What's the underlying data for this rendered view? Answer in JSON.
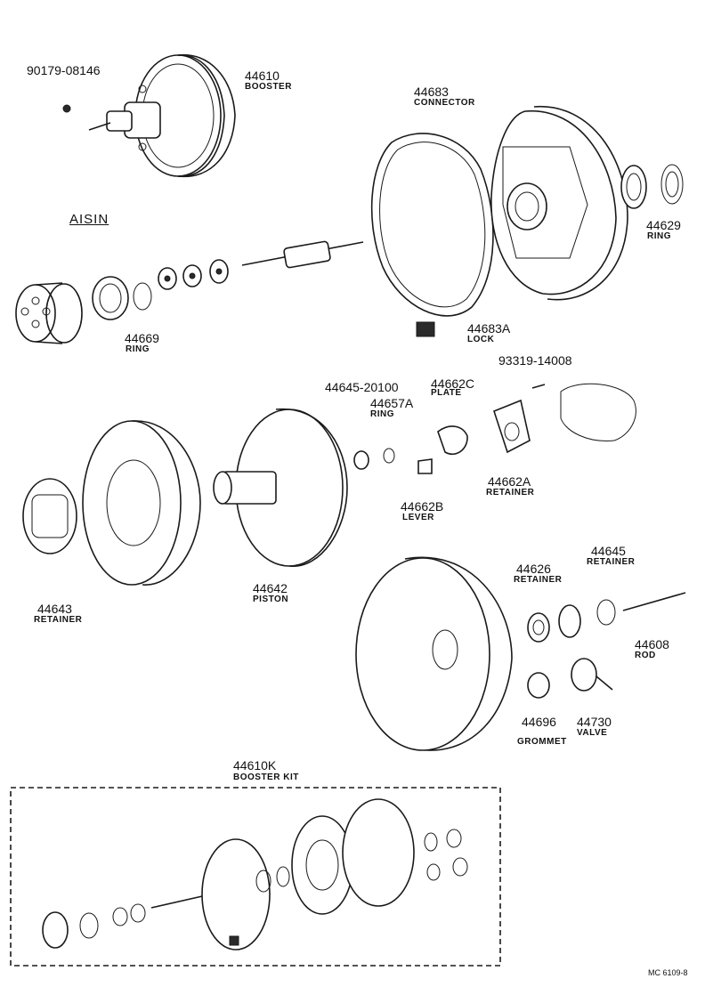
{
  "diagram": {
    "brand": "AISIN",
    "reference": "MC 6109-8",
    "parts": [
      {
        "id": "p-90179",
        "number": "90179-08146",
        "name": ""
      },
      {
        "id": "p-44610",
        "number": "44610",
        "name": "BOOSTER"
      },
      {
        "id": "p-44683",
        "number": "44683",
        "name": "CONNECTOR"
      },
      {
        "id": "p-44629",
        "number": "44629",
        "name": "RING"
      },
      {
        "id": "p-44669",
        "number": "44669",
        "name": "RING"
      },
      {
        "id": "p-44683a",
        "number": "44683A",
        "name": "LOCK"
      },
      {
        "id": "p-93319",
        "number": "93319-14008",
        "name": ""
      },
      {
        "id": "p-44645-20100",
        "number": "44645-20100",
        "name": ""
      },
      {
        "id": "p-44662c",
        "number": "44662C",
        "name": "PLATE"
      },
      {
        "id": "p-44657a",
        "number": "44657A",
        "name": "RING"
      },
      {
        "id": "p-44662a",
        "number": "44662A",
        "name": "RETAINER"
      },
      {
        "id": "p-44662b",
        "number": "44662B",
        "name": "LEVER"
      },
      {
        "id": "p-44643",
        "number": "44643",
        "name": "RETAINER"
      },
      {
        "id": "p-44642",
        "number": "44642",
        "name": "PISTON"
      },
      {
        "id": "p-44645",
        "number": "44645",
        "name": "RETAINER"
      },
      {
        "id": "p-44626",
        "number": "44626",
        "name": "RETAINER"
      },
      {
        "id": "p-44608",
        "number": "44608",
        "name": "ROD"
      },
      {
        "id": "p-44696",
        "number": "44696",
        "name": "GROMMET"
      },
      {
        "id": "p-44730",
        "number": "44730",
        "name": "VALVE"
      },
      {
        "id": "p-44610k",
        "number": "44610K",
        "name": "BOOSTER KIT"
      }
    ]
  }
}
